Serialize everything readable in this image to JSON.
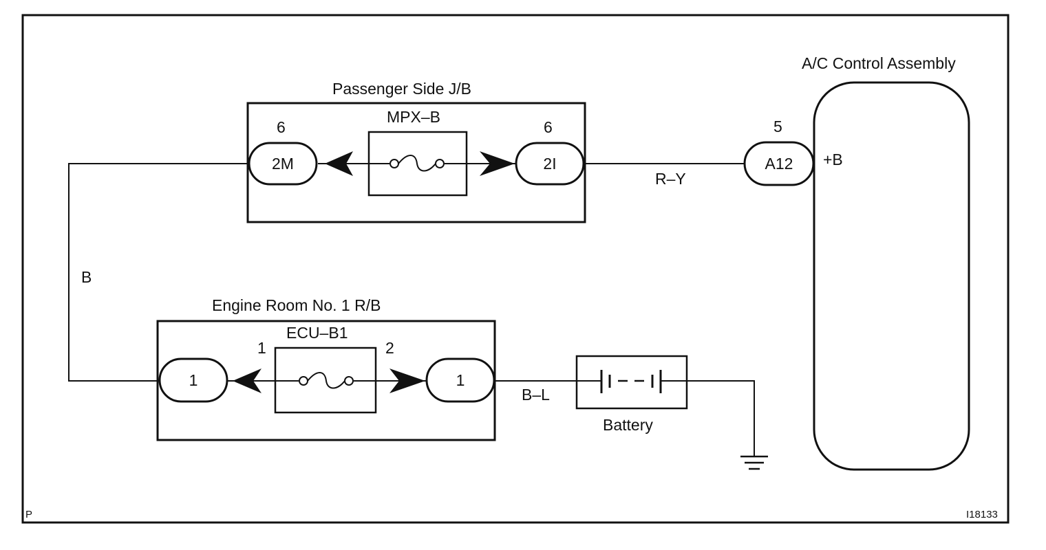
{
  "diagram": {
    "corner_label": "P",
    "figure_id": "I18133",
    "passenger_jb": {
      "title": "Passenger Side J/B",
      "fuse_name": "MPX–B",
      "left_connector": {
        "label": "2M",
        "pin": "6"
      },
      "right_connector": {
        "label": "2I",
        "pin": "6"
      }
    },
    "engine_rb": {
      "title": "Engine Room No. 1 R/B",
      "fuse_name": "ECU–B1",
      "left_connector": {
        "label": "1",
        "pin": "1"
      },
      "right_connector": {
        "label": "1",
        "pin": "2"
      }
    },
    "ac_control": {
      "title": "A/C Control Assembly",
      "connector": {
        "label": "A12",
        "pin": "5"
      },
      "terminal": "+B"
    },
    "battery": {
      "label": "Battery"
    },
    "wires": {
      "left_vertical": "B",
      "jb_to_ac": "R–Y",
      "rb_to_battery": "B–L"
    }
  }
}
